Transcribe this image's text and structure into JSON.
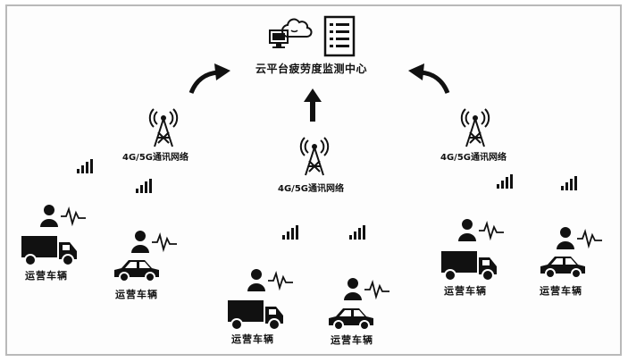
{
  "center": {
    "title": "云平台疲劳度监测中心",
    "icons": [
      "cloud-computer-icon",
      "checklist-icon"
    ]
  },
  "networks": [
    {
      "label": "4G/5G通讯网络"
    },
    {
      "label": "4G/5G通讯网络"
    },
    {
      "label": "4G/5G通讯网络"
    }
  ],
  "vehicles": [
    {
      "type": "truck",
      "label": "运营车辆"
    },
    {
      "type": "car",
      "label": "运营车辆"
    },
    {
      "type": "truck",
      "label": "运营车辆"
    },
    {
      "type": "car",
      "label": "运营车辆"
    },
    {
      "type": "truck",
      "label": "运营车辆"
    },
    {
      "type": "car",
      "label": "运营车辆"
    }
  ],
  "colors": {
    "ink": "#111111",
    "frame": "#b9b9b9"
  }
}
